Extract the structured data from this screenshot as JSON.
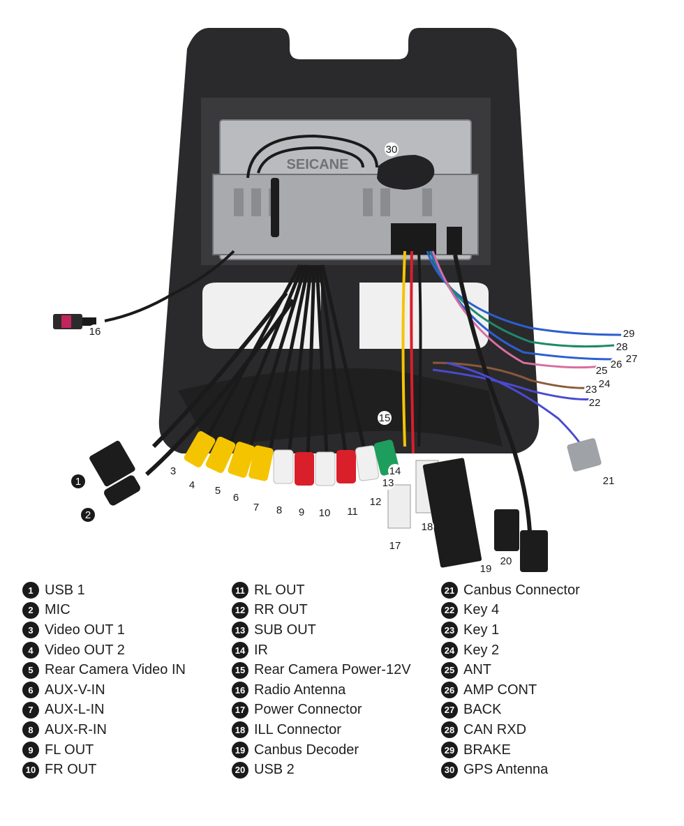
{
  "brand": "SEICANE",
  "photo": {
    "callouts": [
      {
        "n": "1",
        "style": "dark"
      },
      {
        "n": "2",
        "style": "dark"
      },
      {
        "n": "3",
        "style": "plain"
      },
      {
        "n": "4",
        "style": "plain"
      },
      {
        "n": "5",
        "style": "plain"
      },
      {
        "n": "6",
        "style": "plain"
      },
      {
        "n": "7",
        "style": "plain"
      },
      {
        "n": "8",
        "style": "plain"
      },
      {
        "n": "9",
        "style": "plain"
      },
      {
        "n": "10",
        "style": "plain"
      },
      {
        "n": "11",
        "style": "plain"
      },
      {
        "n": "12",
        "style": "plain"
      },
      {
        "n": "13",
        "style": "plain"
      },
      {
        "n": "14",
        "style": "plain"
      },
      {
        "n": "15",
        "style": "plain"
      },
      {
        "n": "16",
        "style": "plain"
      },
      {
        "n": "17",
        "style": "plain"
      },
      {
        "n": "18",
        "style": "plain"
      },
      {
        "n": "19",
        "style": "plain"
      },
      {
        "n": "20",
        "style": "plain"
      },
      {
        "n": "21",
        "style": "plain"
      },
      {
        "n": "22",
        "style": "plain"
      },
      {
        "n": "23",
        "style": "plain"
      },
      {
        "n": "24",
        "style": "plain"
      },
      {
        "n": "25",
        "style": "plain"
      },
      {
        "n": "26",
        "style": "plain"
      },
      {
        "n": "27",
        "style": "plain"
      },
      {
        "n": "28",
        "style": "plain"
      },
      {
        "n": "29",
        "style": "plain"
      },
      {
        "n": "30",
        "style": "plain"
      }
    ]
  },
  "legend": [
    {
      "n": "1",
      "label": "USB 1"
    },
    {
      "n": "2",
      "label": "MIC"
    },
    {
      "n": "3",
      "label": "Video OUT 1"
    },
    {
      "n": "4",
      "label": "Video OUT 2"
    },
    {
      "n": "5",
      "label": "Rear Camera Video IN"
    },
    {
      "n": "6",
      "label": "AUX-V-IN"
    },
    {
      "n": "7",
      "label": "AUX-L-IN"
    },
    {
      "n": "8",
      "label": "AUX-R-IN"
    },
    {
      "n": "9",
      "label": "FL OUT"
    },
    {
      "n": "10",
      "label": "FR OUT"
    },
    {
      "n": "11",
      "label": "RL OUT"
    },
    {
      "n": "12",
      "label": "RR OUT"
    },
    {
      "n": "13",
      "label": "SUB OUT"
    },
    {
      "n": "14",
      "label": "IR"
    },
    {
      "n": "15",
      "label": "Rear Camera Power-12V"
    },
    {
      "n": "16",
      "label": "Radio Antenna"
    },
    {
      "n": "17",
      "label": "Power Connector"
    },
    {
      "n": "18",
      "label": "ILL Connector"
    },
    {
      "n": "19",
      "label": "Canbus Decoder"
    },
    {
      "n": "20",
      "label": "USB 2"
    },
    {
      "n": "21",
      "label": "Canbus Connector"
    },
    {
      "n": "22",
      "label": "Key 4"
    },
    {
      "n": "23",
      "label": "Key 1"
    },
    {
      "n": "24",
      "label": "Key 2"
    },
    {
      "n": "25",
      "label": "ANT"
    },
    {
      "n": "26",
      "label": "AMP CONT"
    },
    {
      "n": "27",
      "label": "BACK"
    },
    {
      "n": "28",
      "label": "CAN RXD"
    },
    {
      "n": "29",
      "label": "BRAKE"
    },
    {
      "n": "30",
      "label": "GPS Antenna"
    }
  ]
}
